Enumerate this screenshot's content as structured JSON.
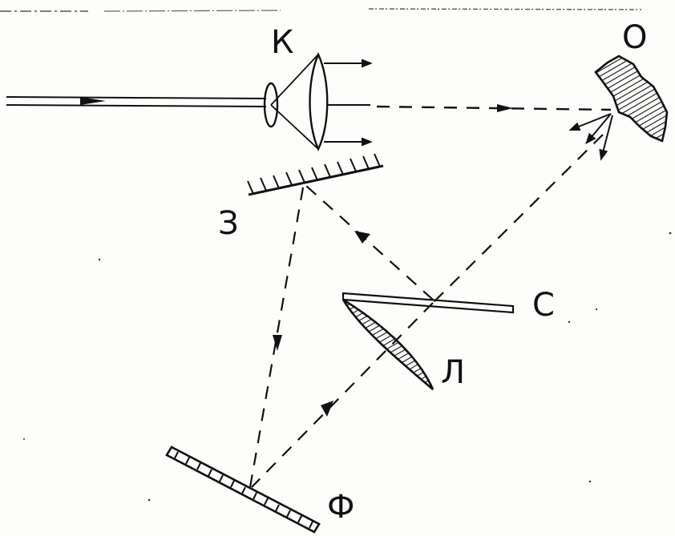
{
  "labels": {
    "lens": "К",
    "object": "О",
    "mirror": "З",
    "plate": "С",
    "lens2": "Л",
    "film": "Ф"
  },
  "colors": {
    "ink": "#111111",
    "paper": "#fdfdfb"
  }
}
